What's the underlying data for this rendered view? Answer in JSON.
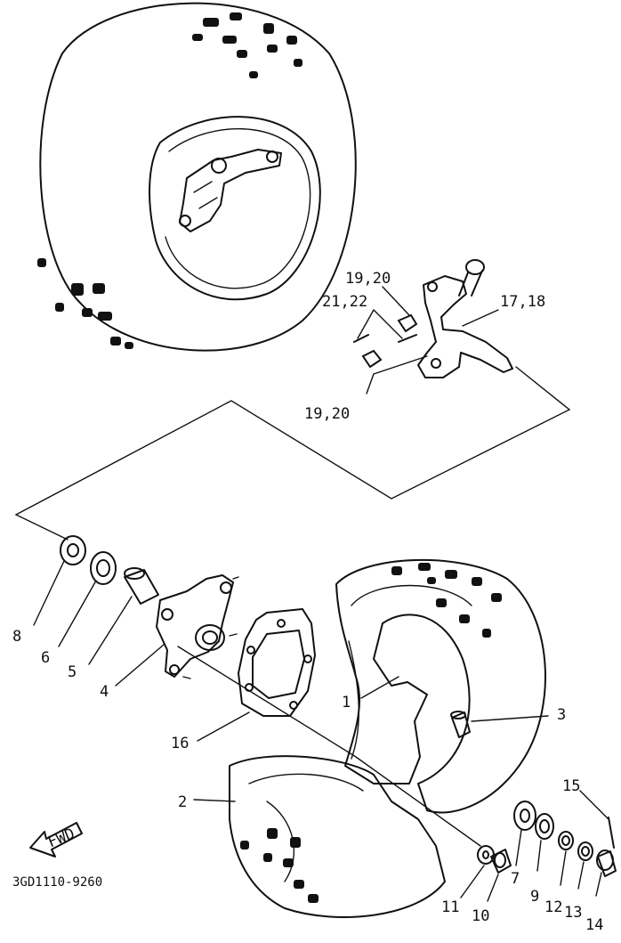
{
  "labels": {
    "l1": "1",
    "l2": "2",
    "l3": "3",
    "l4": "4",
    "l5": "5",
    "l6": "6",
    "l7": "7",
    "l8": "8",
    "l9": "9",
    "l10": "10",
    "l11": "11",
    "l12": "12",
    "l13": "13",
    "l14": "14",
    "l15": "15",
    "l16": "16",
    "l17_18": "17,18",
    "l19_20_top": "19,20",
    "l19_20_bottom": "19,20",
    "l21_22": "21,22"
  },
  "fwd_label": "FWD",
  "diagram_code": "3GD1110-9260"
}
